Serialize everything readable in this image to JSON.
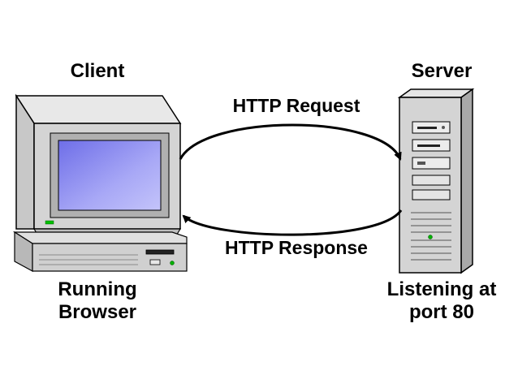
{
  "client": {
    "title": "Client",
    "caption_line1": "Running",
    "caption_line2": "Browser"
  },
  "server": {
    "title": "Server",
    "caption_line1": "Listening at",
    "caption_line2": "port 80"
  },
  "arrows": {
    "request_label": "HTTP Request",
    "response_label": "HTTP Response"
  },
  "colors": {
    "screen": "#8c8cf0",
    "casing": "#d9d9d9",
    "casing_dark": "#a6a6a6",
    "led_green": "#00c000",
    "outline": "#000000"
  }
}
